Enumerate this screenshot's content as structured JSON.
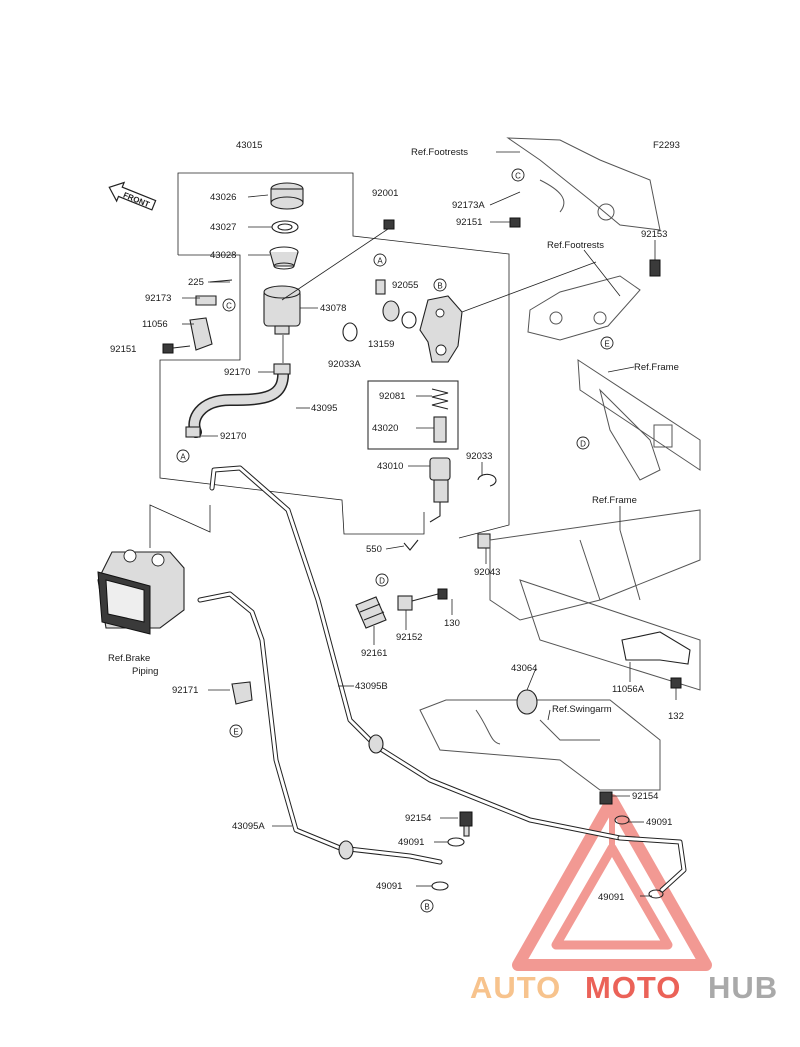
{
  "figure_code": "F2293",
  "front_label": "FRONT",
  "parts": {
    "p43015": "43015",
    "p43026": "43026",
    "p43027": "43027",
    "p43028": "43028",
    "p225": "225",
    "p92173": "92173",
    "p11056": "11056",
    "p92151a": "92151",
    "p92001": "92001",
    "p43078": "43078",
    "p92170a": "92170",
    "p43095": "43095",
    "p92170b": "92170",
    "p92055": "92055",
    "p92033A": "92033A",
    "p13159": "13159",
    "p92081": "92081",
    "p43020": "43020",
    "p43010": "43010",
    "p92033": "92033",
    "p550": "550",
    "p92043": "92043",
    "p92161": "92161",
    "p92152": "92152",
    "p130": "130",
    "p43064": "43064",
    "p92171": "92171",
    "p43095B": "43095B",
    "p43095A": "43095A",
    "p92154a": "92154",
    "p49091a": "49091",
    "p49091b": "49091",
    "p92154b": "92154",
    "p49091c": "49091",
    "p49091d": "49091",
    "p92173A": "92173A",
    "p92151b": "92151",
    "p92153": "92153",
    "p11056A": "11056A",
    "p132": "132"
  },
  "refs": {
    "footrests1": "Ref.Footrests",
    "footrests2": "Ref.Footrests",
    "frame1": "Ref.Frame",
    "frame2": "Ref.Frame",
    "swingarm": "Ref.Swingarm",
    "brake_piping_1": "Ref.Brake",
    "brake_piping_2": "Piping"
  },
  "callouts": {
    "A": "A",
    "B": "B",
    "C": "C",
    "D": "D",
    "E": "E"
  },
  "watermark": {
    "part1": "AUTO",
    "part2": "MOTO",
    "part3": "HUB",
    "color_light": "#f6b97a",
    "color_red": "#e8473c",
    "color_gray": "#9b9b9b"
  }
}
